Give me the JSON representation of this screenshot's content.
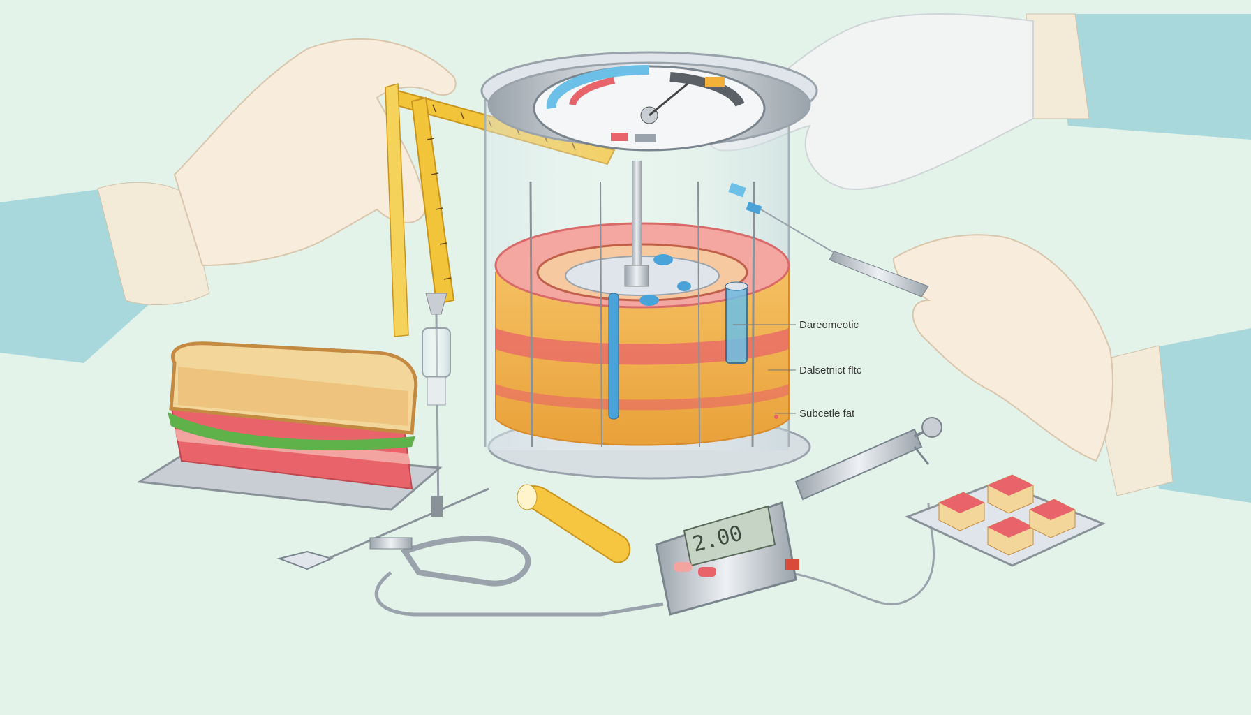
{
  "labels": {
    "layer_1": "Dareomeotic",
    "layer_2": "Dalsetnict fltc",
    "layer_3": "Subcetle fat"
  },
  "meter": {
    "reading": "2.00"
  },
  "colors": {
    "background": "#e3f3ea",
    "tape": "#f2c43a",
    "glove": "#f6ecdc",
    "sleeve": "#a9d8dc",
    "meat": "#e8646a",
    "fat": "#f3b54a",
    "metal": "#c9ced4"
  },
  "icons": {
    "tape": "measuring-tape-icon",
    "gauge": "pressure-gauge-icon",
    "meter": "digital-meter-icon"
  }
}
